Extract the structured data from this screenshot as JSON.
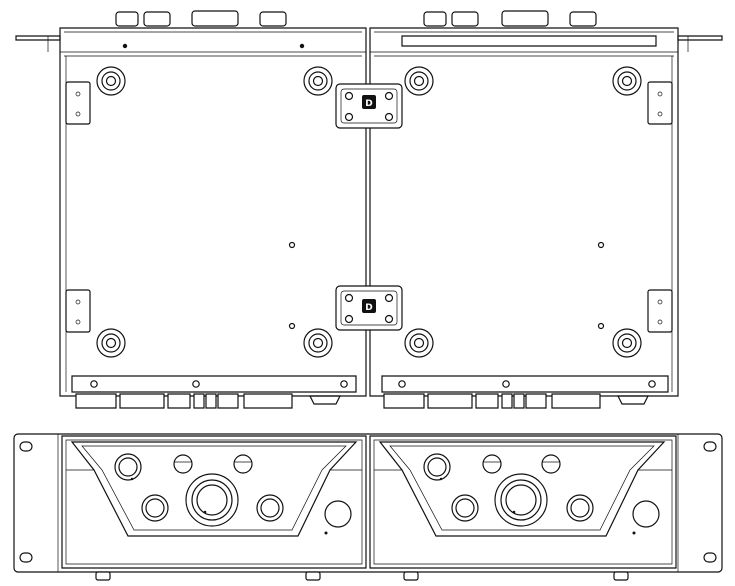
{
  "drawing": {
    "views": [
      "top-view",
      "front-view"
    ],
    "connector_badge": {
      "label": "D",
      "count": 2
    },
    "colors": {
      "line": "#111111",
      "background": "#ffffff"
    }
  }
}
